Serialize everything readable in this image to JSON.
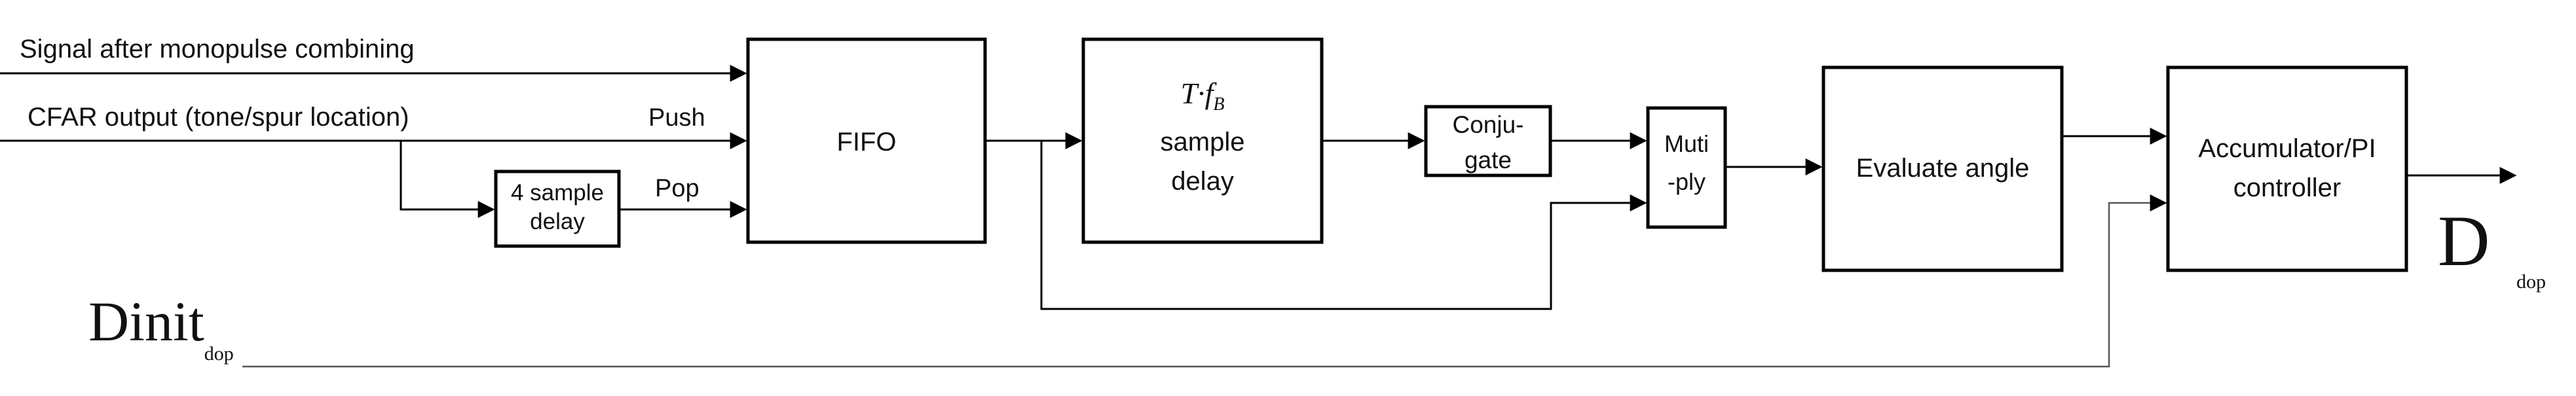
{
  "inputs": {
    "signal": "Signal after monopulse combining",
    "cfar": "CFAR output (tone/spur location)",
    "push": "Push",
    "pop": "Pop"
  },
  "blocks": {
    "delay4_line1": "4 sample",
    "delay4_line2": "delay",
    "fifo": "FIFO",
    "tfb_T": "T",
    "tfb_f": "f",
    "tfb_sub": "B",
    "tfb_line1": "sample",
    "tfb_line2": "delay",
    "conj_line1": "Conju-",
    "conj_line2": "gate",
    "mult_line1": "Muti",
    "mult_line2": "-ply",
    "evaluate": "Evaluate angle",
    "acc_line1": "Accumulator/PI",
    "acc_line2": "controller"
  },
  "signals": {
    "dinit": "Dinit",
    "dinit_sub": "dop",
    "dout": "D",
    "dout_sub": "dop"
  }
}
